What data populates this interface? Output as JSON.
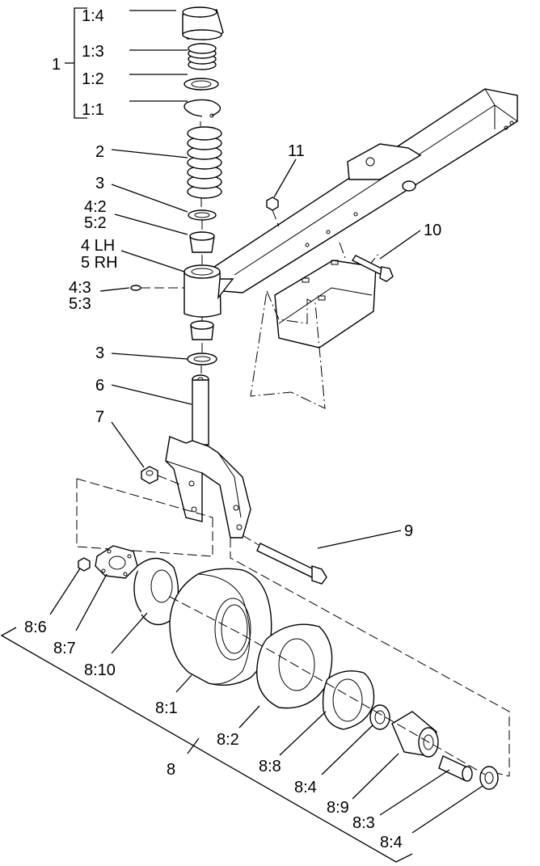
{
  "diagram": {
    "labels": {
      "l1": "1",
      "l1_4": "1:4",
      "l1_3": "1:3",
      "l1_2": "1:2",
      "l1_1": "1:1",
      "l2": "2",
      "l3a": "3",
      "l4_2": "4:2",
      "l5_2": "5:2",
      "l4lh": "4 LH",
      "l5rh": "5 RH",
      "l4_3": "4:3",
      "l5_3": "5:3",
      "l3b": "3",
      "l6": "6",
      "l7": "7",
      "l9": "9",
      "l10": "10",
      "l11": "11",
      "l8_6": "8:6",
      "l8_7": "8:7",
      "l8_10": "8:10",
      "l8_1": "8:1",
      "l8_2": "8:2",
      "l8_8": "8:8",
      "l8_4a": "8:4",
      "l8_9": "8:9",
      "l8_3": "8:3",
      "l8_4b": "8:4",
      "l8": "8"
    }
  }
}
